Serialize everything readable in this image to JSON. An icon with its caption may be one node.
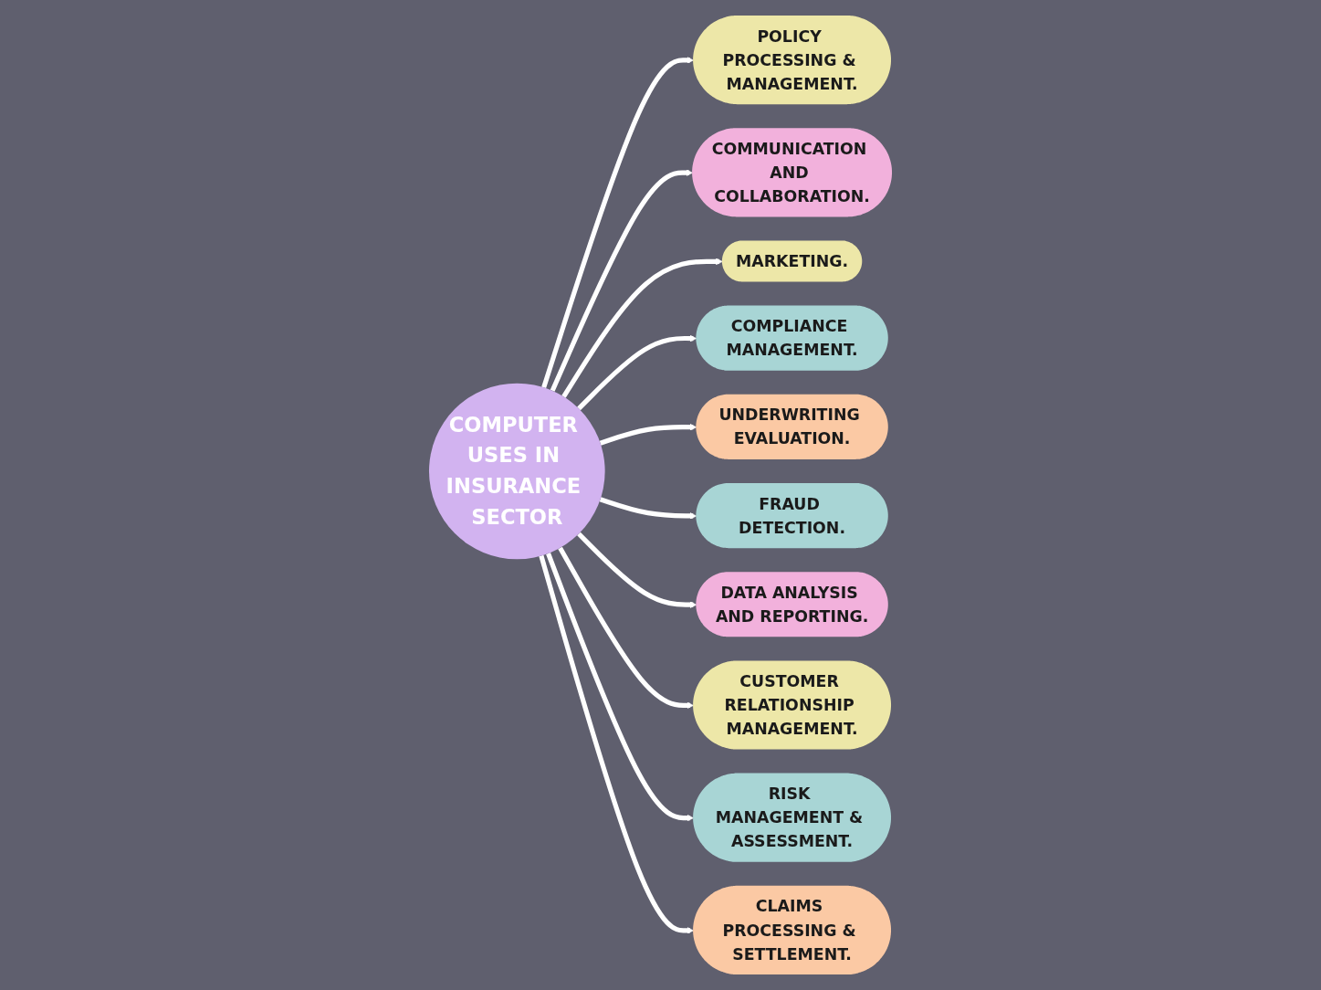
{
  "diagram": {
    "nodes": [
      {
        "text": [
          "POLICY PROCESSING & MANAGEMENT."
        ]
      },
      {
        "text": [
          "CLAIMS PROCESSING & SETTLEMENT."
        ]
      },
      {
        "text": [
          "COMMUNICATION AND COLLABORATION."
        ]
      },
      {
        "text": [
          "RISK MANAGEMENT & ASSESSMENT."
        ]
      },
      {
        "text": [
          "MARKETING."
        ]
      },
      {
        "text": [
          "COMPUTER USES IN INSURANCE SECTOR"
        ]
      },
      {
        "text": [
          "CUSTOMER RELATIONSHIP MANAGEMENT."
        ]
      },
      {
        "text": [
          "COMPLIANCE MANAGEMENT."
        ]
      },
      {
        "text": [
          "DATA ANALYSIS AND REPORTING."
        ]
      },
      {
        "text": [
          "UNDERWRITING EVALUATION."
        ]
      },
      {
        "text": [
          "FRAUD DETECTION."
        ]
      }
    ],
    "edges": [
      {
        "from": 5,
        "to": 0,
        "arrow": "to"
      },
      {
        "from": 5,
        "to": 2,
        "arrow": "to"
      },
      {
        "from": 5,
        "to": 4,
        "arrow": "to"
      },
      {
        "from": 5,
        "to": 7,
        "arrow": "to"
      },
      {
        "from": 5,
        "to": 9,
        "arrow": "to"
      },
      {
        "from": 5,
        "to": 10,
        "arrow": "to"
      },
      {
        "from": 5,
        "to": 8,
        "arrow": "to"
      },
      {
        "from": 5,
        "to": 6,
        "arrow": "to"
      },
      {
        "from": 5,
        "to": 3,
        "arrow": "to"
      },
      {
        "from": 5,
        "to": 1,
        "arrow": "to"
      }
    ]
  }
}
